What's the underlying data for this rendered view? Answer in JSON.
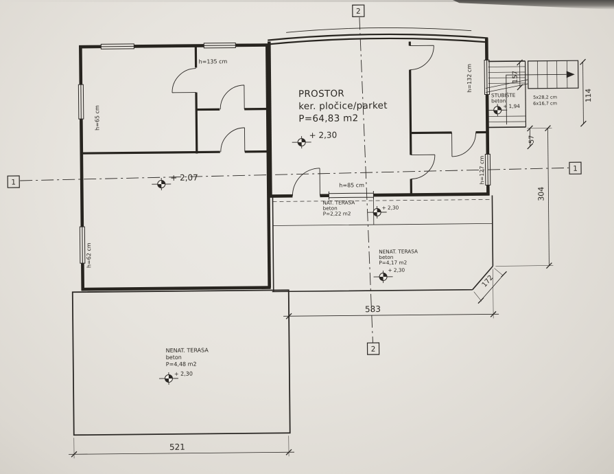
{
  "sections": {
    "one": "1",
    "two": "2"
  },
  "rooms": {
    "prostor": {
      "title": "PROSTOR",
      "finish": "ker. pločice/parket",
      "area": "P=64,83 m2",
      "level": "+ 2,30"
    },
    "hall": {
      "level": "+ 2,07"
    },
    "nat_terasa": {
      "title": "NAT. TERASA",
      "material": "beton",
      "area": "P=2,22 m2",
      "level": "+ 2,30"
    },
    "nenat_terasa_mid": {
      "title": "NENAT. TERASA",
      "material": "beton",
      "area": "P=4,17 m2",
      "level": "+ 2,30"
    },
    "nenat_terasa_low": {
      "title": "NENAT. TERASA",
      "material": "beton",
      "area": "P=4,48 m2",
      "level": "+ 2,30"
    },
    "stubiste": {
      "title": "STUBIŠTE",
      "material": "beton",
      "level": "+ 1,94",
      "treads_run": "5x28,2 cm",
      "treads_rise": "6x16,7 cm"
    }
  },
  "openings": {
    "top_left": "h=135 cm",
    "left_upper": "h=65 cm",
    "left_lower": "h=62 cm",
    "right_upper": "h=132 cm",
    "right_lower": "h=127 cm",
    "bottom_center": "h=85 cm"
  },
  "dimensions": {
    "bottom_width": "521",
    "terrace_width": "583",
    "right_height": "304",
    "stair_run": "157",
    "stair_offset": "57",
    "stair_width": "114",
    "corner_cut": "172"
  }
}
